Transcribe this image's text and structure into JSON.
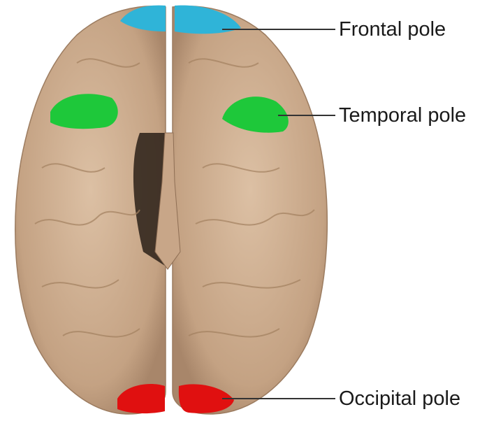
{
  "labels": {
    "frontal": "Frontal pole",
    "temporal": "Temporal pole",
    "occipital": "Occipital pole"
  },
  "colors": {
    "brain": "#c9a88a",
    "frontal_pole": "#2fb4d8",
    "temporal_pole": "#1ec83a",
    "occipital_pole": "#e01010",
    "leader_line": "#333333"
  }
}
